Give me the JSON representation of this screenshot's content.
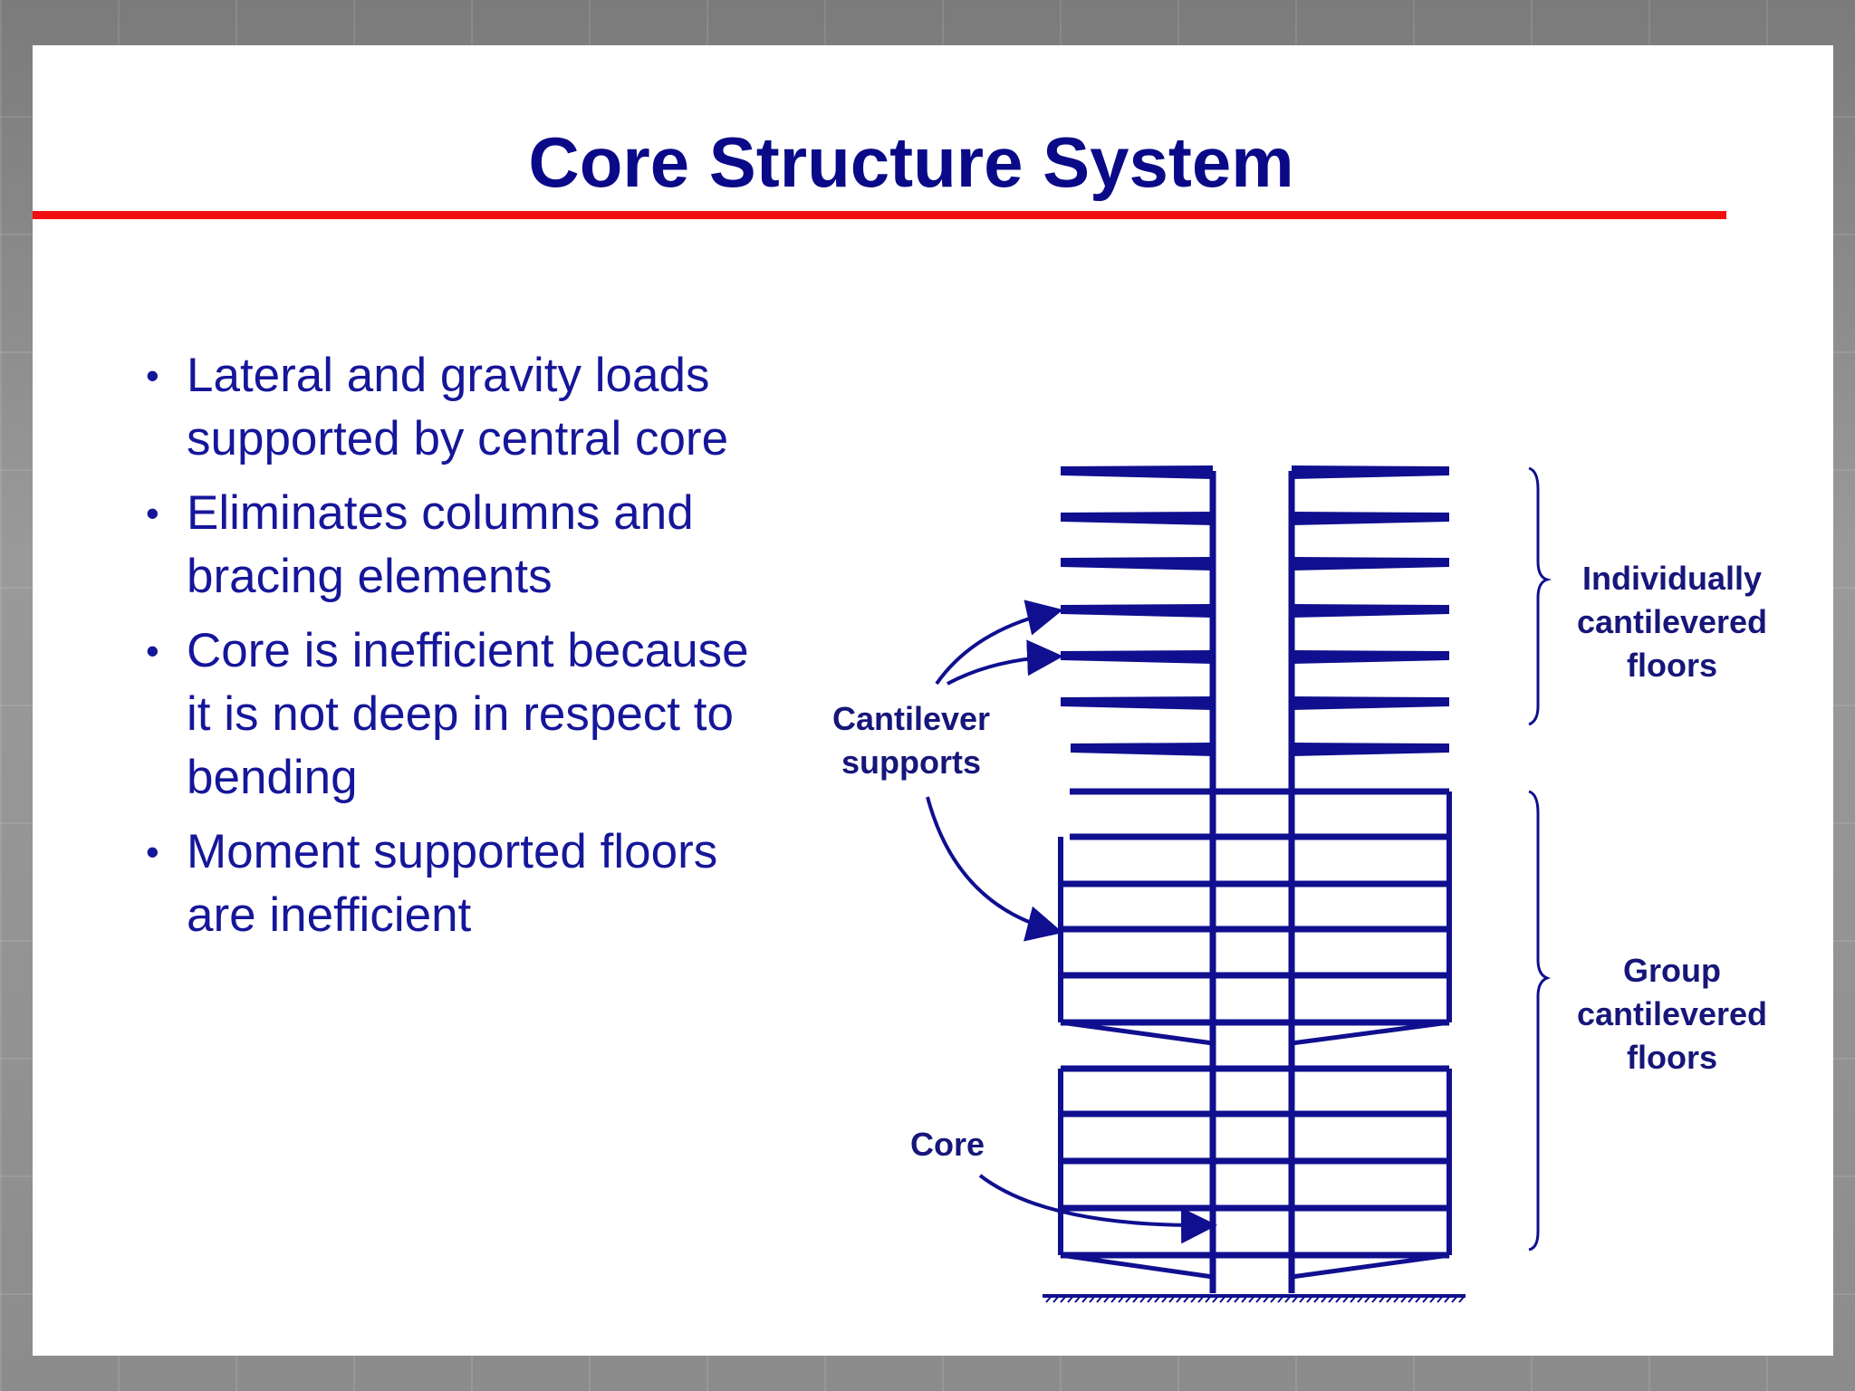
{
  "slide": {
    "title": "Core Structure System",
    "title_color": "#0a0a88",
    "rule_color": "#f20f0f",
    "text_color": "#16169a",
    "bullets": [
      {
        "marker": "•",
        "text": "Lateral and gravity loads supported by central core"
      },
      {
        "marker": "•",
        "text": "Eliminates columns and bracing elements"
      },
      {
        "marker": "•",
        "text": "Core is inefficient because it is not deep in respect to bending"
      },
      {
        "marker": "•",
        "text": "Moment supported floors are inefficient"
      }
    ]
  },
  "diagram": {
    "line_color": "#0f0f8f",
    "labels": {
      "cantilever_supports": "Cantilever supports",
      "core": "Core",
      "individually": "Individually cantilevered floors",
      "group": "Group cantilevered floors"
    }
  }
}
